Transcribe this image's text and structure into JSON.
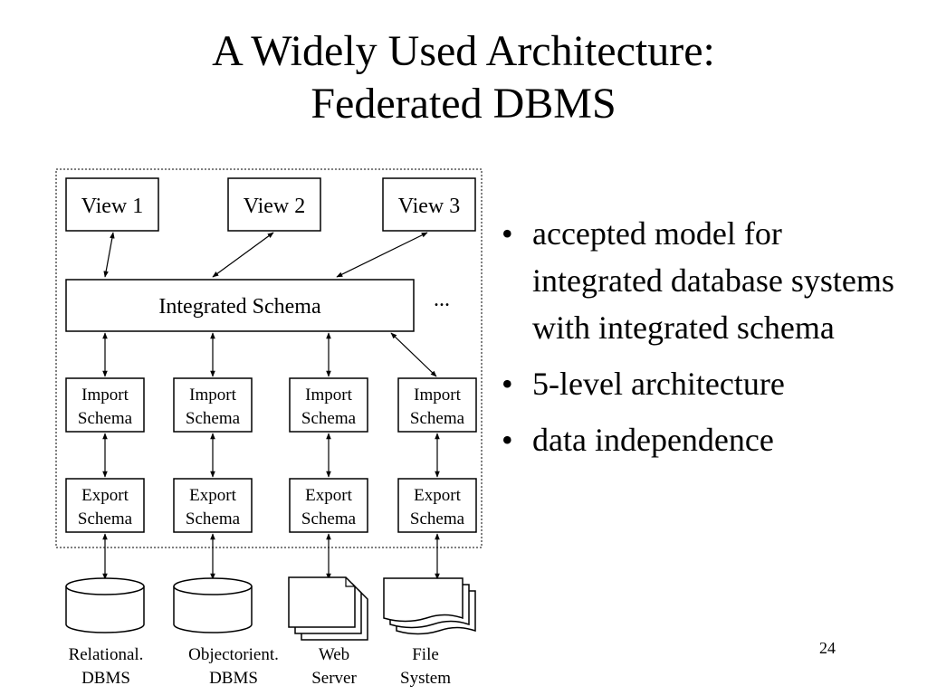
{
  "title": {
    "line1": "A Widely Used Architecture:",
    "line2": "Federated DBMS"
  },
  "diagram": {
    "views": [
      "View 1",
      "View 2",
      "View 3"
    ],
    "integrated_schema": "Integrated Schema",
    "ellipsis": "...",
    "import_schemas": [
      {
        "line1": "Import",
        "line2": "Schema"
      },
      {
        "line1": "Import",
        "line2": "Schema"
      },
      {
        "line1": "Import",
        "line2": "Schema"
      },
      {
        "line1": "Import",
        "line2": "Schema"
      }
    ],
    "export_schemas": [
      {
        "line1": "Export",
        "line2": "Schema"
      },
      {
        "line1": "Export",
        "line2": "Schema"
      },
      {
        "line1": "Export",
        "line2": "Schema"
      },
      {
        "line1": "Export",
        "line2": "Schema"
      }
    ],
    "sources": [
      {
        "icon": "database-cylinder-icon",
        "line1": "Relational.",
        "line2": "DBMS"
      },
      {
        "icon": "database-cylinder-icon",
        "line1": "Objectorient.",
        "line2": "DBMS"
      },
      {
        "icon": "document-stack-icon",
        "line1": "Web",
        "line2": "Server"
      },
      {
        "icon": "file-stack-icon",
        "line1": "File",
        "line2": "System"
      }
    ]
  },
  "bullets": [
    "accepted model for integrated database systems with integrated schema",
    "5-level architecture",
    "data independence"
  ],
  "page_number": "24"
}
